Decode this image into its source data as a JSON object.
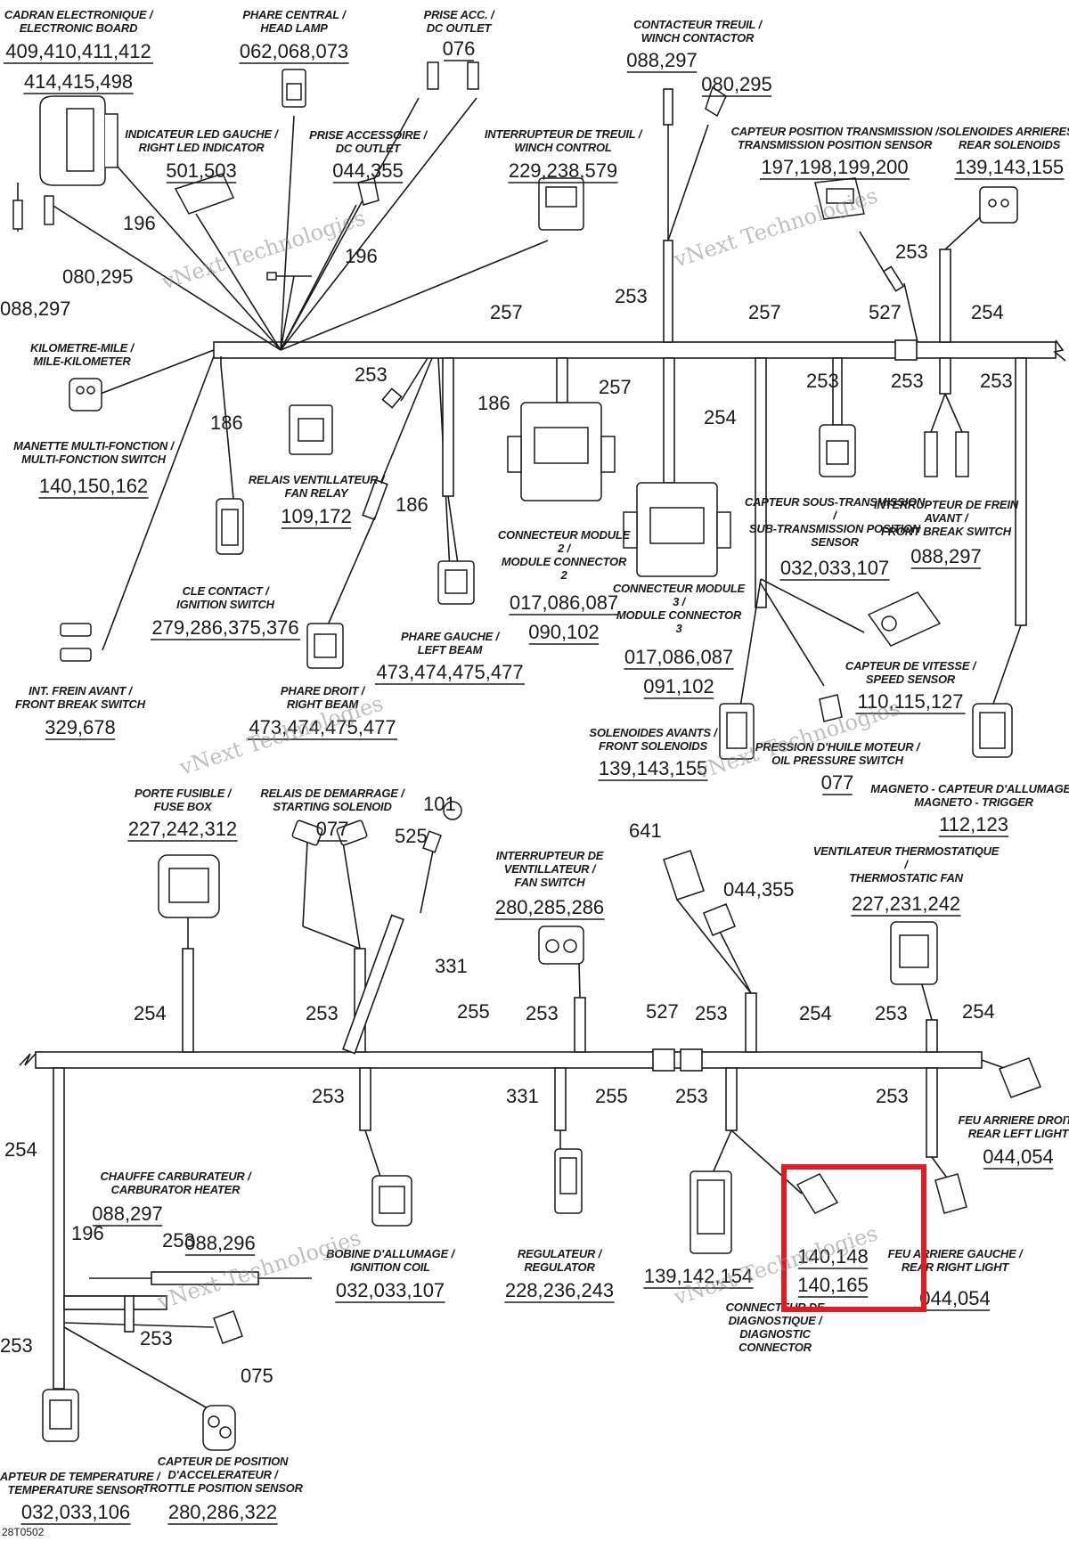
{
  "components": [
    {
      "id": "electronic-board",
      "fr": "CADRAN ELECTRONIQUE /",
      "en": "ELECTRONIC BOARD",
      "parts": [
        "409,410,411,412",
        "414,415,498"
      ]
    },
    {
      "id": "head-lamp",
      "fr": "PHARE CENTRAL /",
      "en": "HEAD LAMP",
      "parts": [
        "062,068,073"
      ]
    },
    {
      "id": "dc-outlet-top",
      "fr": "PRISE ACC. /",
      "en": "DC OUTLET",
      "parts": [
        "076"
      ]
    },
    {
      "id": "winch-contactor",
      "fr": "CONTACTEUR TREUIL /",
      "en": "WINCH CONTACTOR",
      "parts": [
        "088,297",
        "080,295"
      ]
    },
    {
      "id": "right-led-indicator",
      "fr": "INDICATEUR LED GAUCHE /",
      "en": "RIGHT LED INDICATOR",
      "parts": [
        "501,503"
      ]
    },
    {
      "id": "dc-outlet-accessory",
      "fr": "PRISE ACCESSOIRE /",
      "en": "DC OUTLET",
      "parts": [
        "044,355"
      ]
    },
    {
      "id": "winch-control",
      "fr": "INTERRUPTEUR DE TREUIL /",
      "en": "WINCH CONTROL",
      "parts": [
        "229,238,579"
      ]
    },
    {
      "id": "transmission-position-sensor",
      "fr": "CAPTEUR POSITION TRANSMISSION /",
      "en": "TRANSMISSION POSITION SENSOR",
      "parts": [
        "197,198,199,200"
      ]
    },
    {
      "id": "rear-solenoids",
      "fr": "SOLENOIDES ARRIERES /",
      "en": "REAR SOLENOIDS",
      "parts": [
        "139,143,155"
      ]
    },
    {
      "id": "mile-kilometer",
      "fr": "KILOMETRE-MILE /",
      "en": "MILE-KILOMETER",
      "parts": []
    },
    {
      "id": "multi-function-switch",
      "fr": "MANETTE MULTI-FONCTION /",
      "en": "MULTI-FONCTION SWITCH",
      "parts": [
        "140,150,162"
      ]
    },
    {
      "id": "fan-relay",
      "fr": "RELAIS VENTILLATEUR /",
      "en": "FAN RELAY",
      "parts": [
        "109,172"
      ]
    },
    {
      "id": "ignition-switch",
      "fr": "CLE CONTACT /",
      "en": "IGNITION SWITCH",
      "parts": [
        "279,286,375,376"
      ]
    },
    {
      "id": "module-connector-2",
      "fr": "CONNECTEUR MODULE 2 /",
      "en": "MODULE CONNECTOR 2",
      "parts": [
        "017,086,087",
        "090,102"
      ]
    },
    {
      "id": "module-connector-3",
      "fr": "CONNECTEUR MODULE 3 /",
      "en": "MODULE CONNECTOR 3",
      "parts": [
        "017,086,087",
        "091,102"
      ]
    },
    {
      "id": "sub-transmission-position-sensor",
      "fr": "CAPTEUR SOUS-TRANSMISSION /",
      "en": "SUB-TRANSMISSION POSITION SENSOR",
      "parts": [
        "032,033,107"
      ]
    },
    {
      "id": "front-break-switch-right",
      "fr": "INTERRUPTEUR DE FREIN AVANT /",
      "en": "FRONT BREAK SWITCH",
      "parts": [
        "088,297"
      ]
    },
    {
      "id": "left-beam",
      "fr": "PHARE GAUCHE /",
      "en": "LEFT BEAM",
      "parts": [
        "473,474,475,477"
      ]
    },
    {
      "id": "right-beam",
      "fr": "PHARE DROIT /",
      "en": "RIGHT BEAM",
      "parts": [
        "473,474,475,477"
      ]
    },
    {
      "id": "front-break-switch-left",
      "fr": "INT. FREIN AVANT /",
      "en": "FRONT BREAK SWITCH",
      "parts": [
        "329,678"
      ]
    },
    {
      "id": "speed-sensor",
      "fr": "CAPTEUR DE VITESSE /",
      "en": "SPEED SENSOR",
      "parts": [
        "110,115,127"
      ]
    },
    {
      "id": "front-solenoids",
      "fr": "SOLENOIDES AVANTS /",
      "en": "FRONT SOLENOIDS",
      "parts": [
        "139,143,155"
      ]
    },
    {
      "id": "oil-pressure-switch",
      "fr": "PRESSION D'HUILE MOTEUR /",
      "en": "OIL PRESSURE SWITCH",
      "parts": [
        "077"
      ]
    },
    {
      "id": "magneto-trigger",
      "fr": "MAGNETO - CAPTEUR D'ALLUMAGE /",
      "en": "MAGNETO - TRIGGER",
      "parts": [
        "112,123"
      ]
    },
    {
      "id": "fuse-box",
      "fr": "PORTE FUSIBLE /",
      "en": "FUSE BOX",
      "parts": [
        "227,242,312"
      ]
    },
    {
      "id": "starting-solenoid",
      "fr": "RELAIS DE DEMARRAGE /",
      "en": "STARTING SOLENOID",
      "parts": [
        "077"
      ]
    },
    {
      "id": "fan-switch",
      "fr": "INTERRUPTEUR DE VENTILLATEUR /",
      "en": "FAN SWITCH",
      "parts": [
        "280,285,286"
      ]
    },
    {
      "id": "thermostatic-fan",
      "fr": "VENTILATEUR THERMOSTATIQUE /",
      "en": "THERMOSTATIC FAN",
      "parts": [
        "227,231,242"
      ]
    },
    {
      "id": "rear-left-light",
      "fr": "FEU ARRIERE DROIT /",
      "en": "REAR LEFT LIGHT",
      "parts": [
        "044,054"
      ]
    },
    {
      "id": "carburator-heater",
      "fr": "CHAUFFE CARBURATEUR /",
      "en": "CARBURATOR HEATER",
      "parts": [
        "088,297",
        "088,296"
      ]
    },
    {
      "id": "ignition-coil",
      "fr": "BOBINE D'ALLUMAGE /",
      "en": "IGNITION COIL",
      "parts": [
        "032,033,107"
      ]
    },
    {
      "id": "regulator",
      "fr": "REGULATEUR /",
      "en": "REGULATOR",
      "parts": [
        "228,236,243"
      ]
    },
    {
      "id": "diagnostic-connector",
      "fr": "CONNECTEUR DE DIAGNOSTIQUE /",
      "en": "DIAGNOSTIC CONNECTOR",
      "parts": [
        "139,142,154",
        "140,148",
        "140,165"
      ]
    },
    {
      "id": "rear-right-light",
      "fr": "FEU ARRIERE GAUCHE /",
      "en": "REAR RIGHT LIGHT",
      "parts": [
        "044,054"
      ]
    },
    {
      "id": "temperature-sensor",
      "fr": "CAPTEUR DE TEMPERATURE /",
      "en": "TEMPERATURE SENSOR",
      "parts": [
        "032,033,106"
      ]
    },
    {
      "id": "throttle-position-sensor",
      "fr": "CAPTEUR DE POSITION D'ACCELERATEUR /",
      "en": "TROTTLE POSITION SENSOR",
      "parts": [
        "280,286,322"
      ]
    }
  ],
  "wire_labels": {
    "w196a": "196",
    "w196b": "196",
    "w080_295": "080,295",
    "w088_297": "088,297",
    "w257a": "257",
    "w257b": "257",
    "w257c": "257",
    "w253a": "253",
    "w253b": "253",
    "w253c": "253",
    "w253d": "253",
    "w253e": "253",
    "w527a": "527",
    "w254a": "254",
    "w254b": "254",
    "w186a": "186",
    "w186b": "186",
    "w186c": "186",
    "w101": "101",
    "w525": "525",
    "w331a": "331",
    "w641": "641",
    "w044_355": "044,355",
    "w254c": "254",
    "w253f": "253",
    "w255a": "255",
    "w253g": "253",
    "w527b": "527",
    "w253h": "253",
    "w254d": "254",
    "w253i": "253",
    "w254e": "254",
    "w253j": "253",
    "w331b": "331",
    "w255b": "255",
    "w253k": "253",
    "w253l": "253",
    "w254f": "254",
    "w196c": "196",
    "w253m": "253",
    "w253n": "253",
    "w253o": "253",
    "w075": "075"
  },
  "watermark": "vNext Technologies",
  "drawing_code": "28T0502",
  "highlight_color": "#e01b22"
}
